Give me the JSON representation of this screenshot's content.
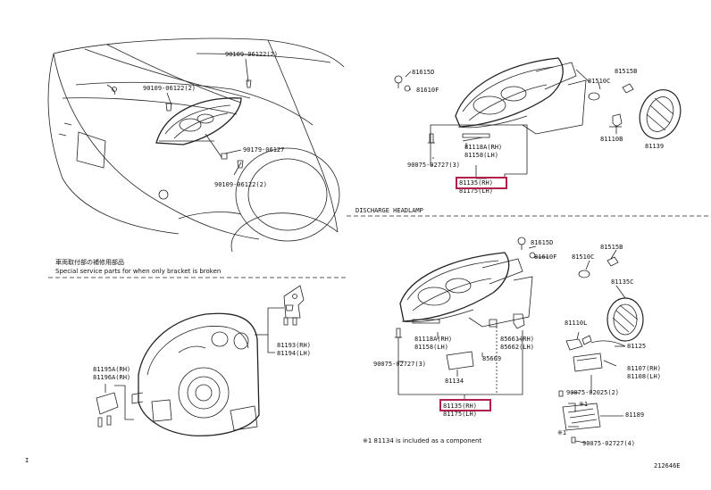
{
  "labels": {
    "top_left": {
      "p90109_06122_2a": "90109-06122(2)",
      "p90109_06122_2b": "90109-06122(2)",
      "p90179_06127": "90179-06127",
      "p90109_06122_2c": "90109-06122(2)"
    },
    "top_right": {
      "p81615D": "81615D",
      "p81610F": "81610F",
      "p81515B": "81515B",
      "p81510C": "81510C",
      "p81110B": "81110B",
      "p81139": "81139",
      "p81118A": "81118A(RH)",
      "p81158": "81158(LH)",
      "p90075_02727_3": "90075-02727(3)",
      "p81135": "81135(RH)",
      "p81175": "81175(LH)"
    },
    "section_title": "DISCHARGE HEADLAMP",
    "bottom_left": {
      "jp_heading": "車両取付部の補修用部品",
      "service_note": "Special service parts for when only bracket is broken",
      "p81193": "81193(RH)",
      "p81194": "81194(LH)",
      "p81195A": "81195A(RH)",
      "p81196A": "81196A(RH)"
    },
    "bottom_right": {
      "p81615D": "81615D",
      "p81610F": "81610F",
      "p81515B": "81515B",
      "p81510C": "81510C",
      "p81135C": "81135C",
      "p81110L": "81110L",
      "p81125": "81125",
      "p81107": "81107(RH)",
      "p81108": "81108(LH)",
      "p90075_02025_2": "90075-02025(2)",
      "x1a": "※1",
      "p81189": "81189",
      "x1b": "※1",
      "p90075_02727_4": "90075-02727(4)",
      "p81118A": "81118A(RH)",
      "p81158": "81158(LH)",
      "p85661": "85661(RH)",
      "p85662": "85662(LH)",
      "p90075_02727_3": "90075-02727(3)",
      "p85669": "85669",
      "p81134": "81134",
      "p81135": "81135(RH)",
      "p81175": "81175(LH)",
      "footnote": "※1 81134 is included as a component"
    },
    "corner_mark": "I",
    "diagram_code": "212646E"
  },
  "colors": {
    "highlight": "#b0204a",
    "line": "#222222"
  }
}
